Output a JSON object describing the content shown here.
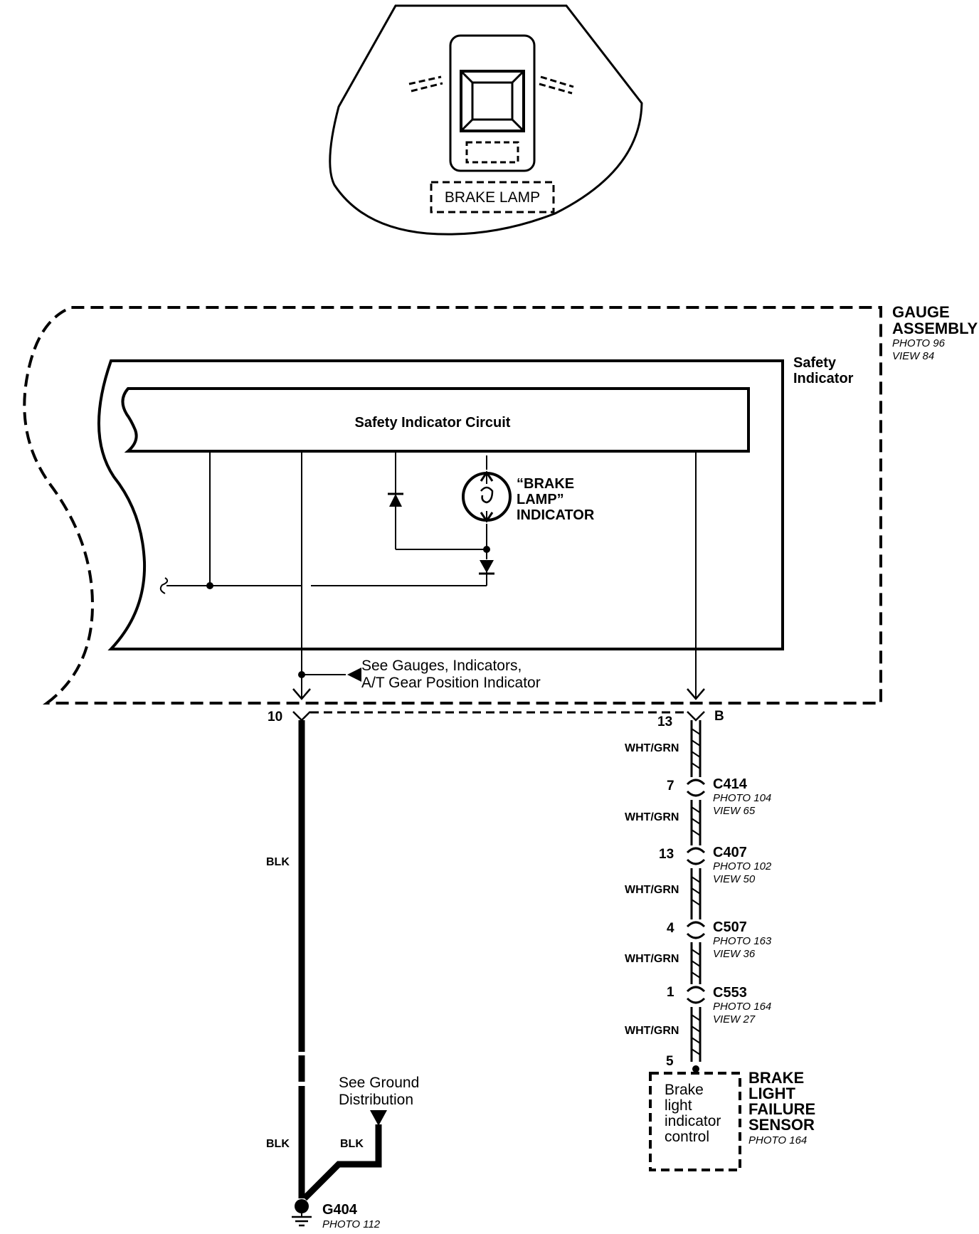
{
  "panel": {
    "lamp_label": "BRAKE LAMP"
  },
  "gauge_assembly": {
    "title_line1": "GAUGE",
    "title_line2": "ASSEMBLY",
    "photo": "PHOTO 96",
    "view": "VIEW 84"
  },
  "safety_indicator": {
    "title_line1": "Safety",
    "title_line2": "Indicator",
    "circuit_label": "Safety Indicator Circuit",
    "lamp_line1": "“BRAKE",
    "lamp_line2": "LAMP”",
    "lamp_line3": "INDICATOR"
  },
  "refs": {
    "gauges_line1": "See Gauges, Indicators,",
    "gauges_line2": "A/T Gear Position Indicator",
    "ground_line1": "See Ground",
    "ground_line2": "Distribution"
  },
  "left_circuit": {
    "pin": "10",
    "wire_upper": "BLK",
    "wire_lower": "BLK",
    "branch_wire": "BLK",
    "ground": {
      "name": "G404",
      "photo": "PHOTO 112"
    }
  },
  "right_circuit": {
    "top_pin": "13",
    "top_connector": "B",
    "wire_color": "WHT/GRN",
    "connectors": [
      {
        "pin": "7",
        "name": "C414",
        "photo": "PHOTO 104",
        "view": "VIEW 65"
      },
      {
        "pin": "13",
        "name": "C407",
        "photo": "PHOTO 102",
        "view": "VIEW 50"
      },
      {
        "pin": "4",
        "name": "C507",
        "photo": "PHOTO 163",
        "view": "VIEW 36"
      },
      {
        "pin": "1",
        "name": "C553",
        "photo": "PHOTO 164",
        "view": "VIEW 27"
      }
    ],
    "sensor_pin": "5"
  },
  "sensor": {
    "title_line1": "BRAKE",
    "title_line2": "LIGHT",
    "title_line3": "FAILURE",
    "title_line4": "SENSOR",
    "photo": "PHOTO 164",
    "inner_line1": "Brake",
    "inner_line2": "light",
    "inner_line3": "indicator",
    "inner_line4": "control"
  }
}
